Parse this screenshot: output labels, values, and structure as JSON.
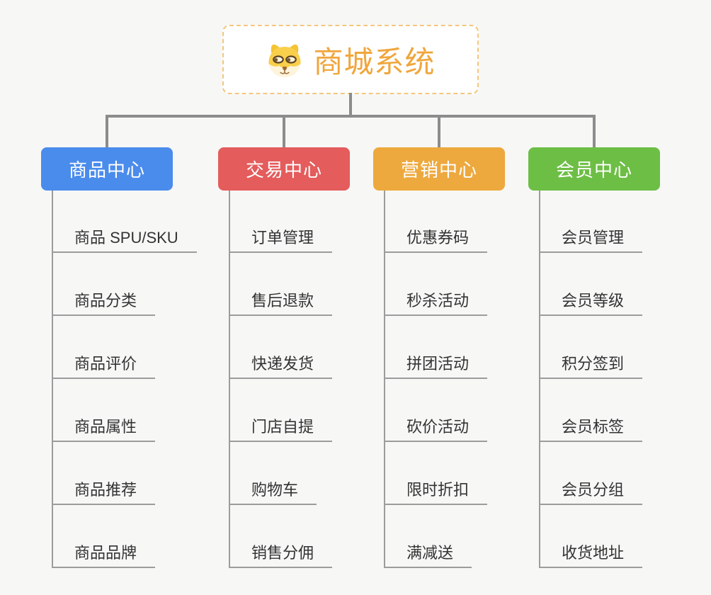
{
  "root": {
    "title": "商城系统",
    "icon": "dog-icon",
    "text_color": "#F0A63C",
    "border_color": "#F4C77E",
    "background": "#FFFFFF"
  },
  "branches": [
    {
      "label": "商品中心",
      "color": "#4A8CEC",
      "children": [
        "商品 SPU/SKU",
        "商品分类",
        "商品评价",
        "商品属性",
        "商品推荐",
        "商品品牌"
      ]
    },
    {
      "label": "交易中心",
      "color": "#E45C5C",
      "children": [
        "订单管理",
        "售后退款",
        "快递发货",
        "门店自提",
        "购物车",
        "销售分佣"
      ]
    },
    {
      "label": "营销中心",
      "color": "#EDA93E",
      "children": [
        "优惠券码",
        "秒杀活动",
        "拼团活动",
        "砍价活动",
        "限时折扣",
        "满减送"
      ]
    },
    {
      "label": "会员中心",
      "color": "#6DBE45",
      "children": [
        "会员管理",
        "会员等级",
        "积分签到",
        "会员标签",
        "会员分组",
        "收货地址"
      ]
    }
  ],
  "colors": {
    "canvas_background": "#F7F7F6",
    "connector": "#8C8C8C",
    "child_line": "#9C9C9C",
    "child_text": "#333333",
    "branch_text": "#FFFFFF"
  }
}
